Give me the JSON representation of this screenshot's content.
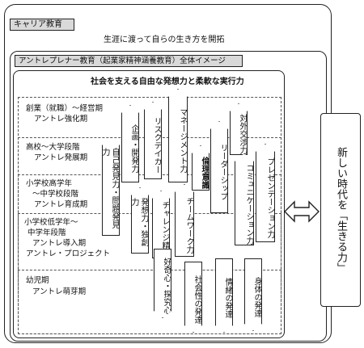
{
  "header": {
    "career": "キャリア教育",
    "subtitle": "生涯に渡って自らの生き方を開拓",
    "entre": "アントレプレナー教育（起業家精神涵養教育）全体イメージ",
    "center": "社会を支える自由な発想力と柔軟な実行力"
  },
  "stages": [
    {
      "l1": "創業（就職）～経営期",
      "l2": "アントレ強化期"
    },
    {
      "l1": "高校～大学段階",
      "l2": "アントレ発展期"
    },
    {
      "l1": "小学校高学年",
      "l2": "～中学校段階",
      "l3": "アントレ育成期"
    },
    {
      "l1": "小学校低学年～",
      "l2": "中学年段階",
      "l3": "アントレ導入期",
      "l4": "アントレ・プロジェクト"
    },
    {
      "l1": "幼児期",
      "l2": "アントレ萌芽期"
    }
  ],
  "arrows": {
    "a1": "自己発見力・問題発見力",
    "a2": "企画・開発力",
    "a3": "発想力・独創力",
    "a4": "リスクテイカー",
    "a5": "チャレンジ精神",
    "a6": "好奇心・探究心",
    "a7": "マネージメント力",
    "a8": "チームワーク力",
    "a9": "倫理意識",
    "a10": "社会性の発達",
    "a11": "リーダーシップ",
    "a12": "情緒の発達",
    "a13": "対外交渉力",
    "a14": "コミュニケーション力",
    "a15": "身体の発達",
    "a16": "プレゼンテーション力"
  },
  "right_box": "新しい時代を「生きる力」"
}
